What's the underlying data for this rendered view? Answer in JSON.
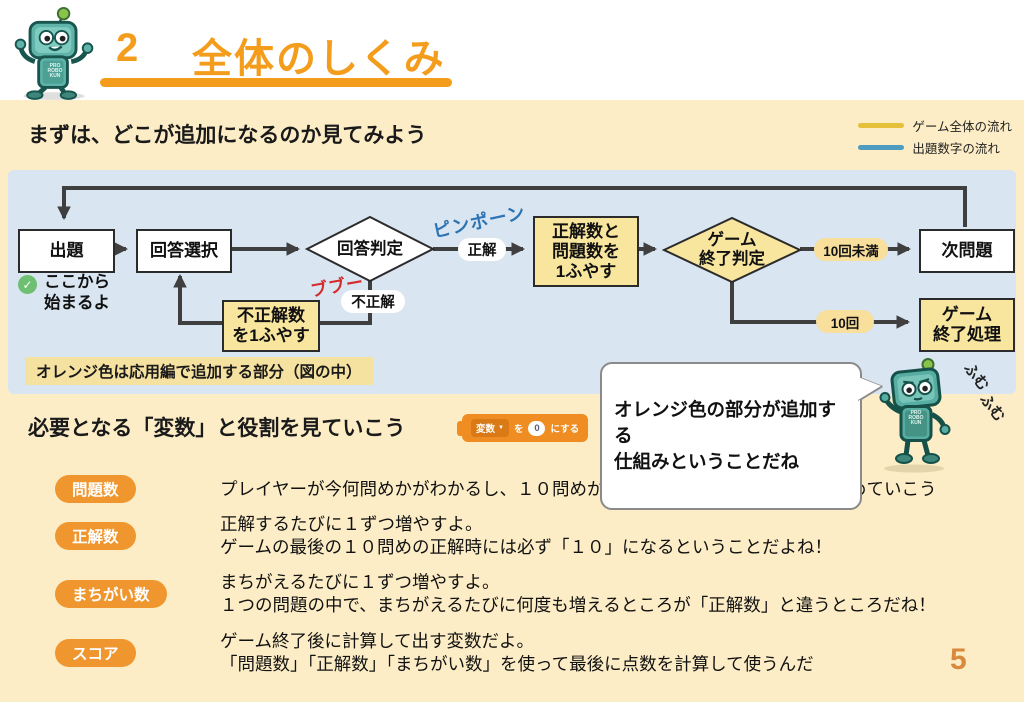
{
  "header": {
    "section_number": "2",
    "title": "全体のしくみ",
    "accent_color": "#F49D1D",
    "mascot_badge": "PRO ROBO KUN"
  },
  "icons": {
    "check": "✓",
    "dropdown_arrow": "▼"
  },
  "intro_heading": "まずは、どこが追加になるのか見てみよう",
  "legend": {
    "items": [
      {
        "label": "ゲーム全体の流れ",
        "color": "#E5C03A"
      },
      {
        "label": "出題数字の流れ",
        "color": "#4E9CC0"
      }
    ]
  },
  "flowchart": {
    "start_label": "ここから\n始まるよ",
    "nodes": {
      "question": "出題",
      "answer_select": "回答選択",
      "answer_judge": "回答判定",
      "wrong_increment": "不正解数\nを1ふやす",
      "correct_increment": "正解数と\n問題数を\n1ふやす",
      "end_judge": "ゲーム\n終了判定",
      "next_question": "次問題",
      "end_process": "ゲーム\n終了処理"
    },
    "edge_labels": {
      "correct": "正解",
      "incorrect": "不正解",
      "pinpon": "ピンポーン",
      "bubu": "ブブー",
      "under_10": "10回未満",
      "times_10": "10回"
    },
    "note": "オレンジ色は応用編で追加する部分（図の中）"
  },
  "callout": {
    "text": "オレンジ色の部分が追加する\n仕組みということだね",
    "thought_1": "ふむ",
    "thought_2": "ふむ"
  },
  "variables_section": {
    "heading": "必要となる「変数」と役割を見ていこう",
    "scratch_block": {
      "variable": "変数",
      "particle": "を",
      "value": "0",
      "suffix": "にする"
    },
    "rows": [
      {
        "name": "問題数",
        "description": "プレイヤーが今何問めかがわかるし、１０問めが正解すればゲーム終了処理に進めていこう"
      },
      {
        "name": "正解数",
        "description": "正解するたびに１ずつ増やすよ。\nゲームの最後の１０問めの正解時には必ず「１０」になるということだよね！"
      },
      {
        "name": "まちがい数",
        "description": "まちがえるたびに１ずつ増やすよ。\n１つの問題の中で、まちがえるたびに何度も増えるところが「正解数」と違うところだね！"
      },
      {
        "name": "スコア",
        "description": "ゲーム終了後に計算して出す変数だよ。\n「問題数」「正解数」「まちがい数」を使って最後に点数を計算して使うんだ"
      }
    ]
  },
  "page_number": "5"
}
